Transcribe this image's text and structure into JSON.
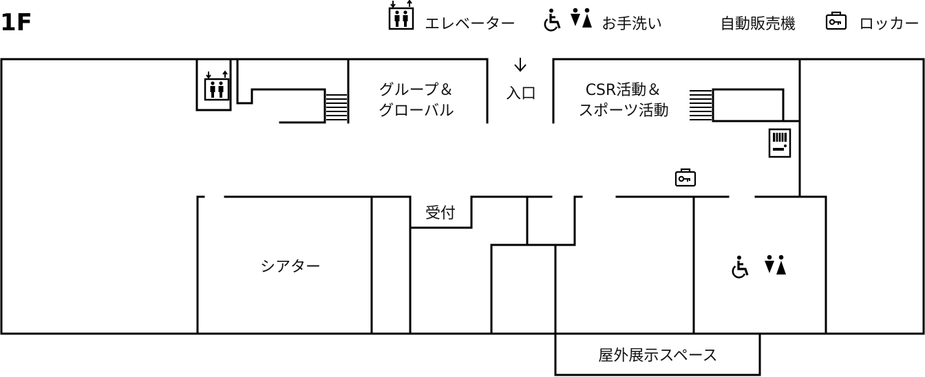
{
  "floor_label": "1F",
  "legend": {
    "elevator": "エレベーター",
    "restroom": "お手洗い",
    "vending": "自動販売機",
    "locker": "ロッカー"
  },
  "rooms": {
    "group_global_line1": "グループ＆",
    "group_global_line2": "グローバル",
    "entrance": "入口",
    "csr_line1": "CSR活動＆",
    "csr_line2": "スポーツ活動",
    "theater": "シアター",
    "reception": "受付",
    "outdoor": "屋外展示スペース"
  },
  "icons": {
    "elevator": "elevator-icon",
    "wheelchair": "wheelchair-icon",
    "restroom": "restroom-icon",
    "vending": "vending-machine-icon",
    "locker": "locker-icon",
    "entrance_arrow": "arrow-down-icon"
  }
}
